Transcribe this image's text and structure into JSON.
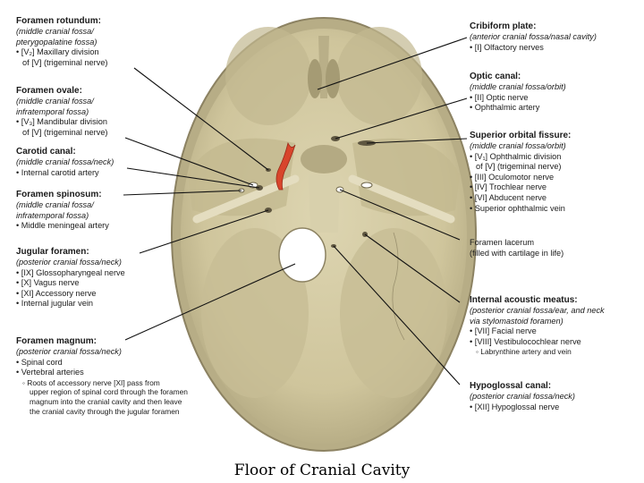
{
  "caption": "Floor of Cranial Cavity",
  "colors": {
    "bone": "#d2c9a2",
    "bone_dark": "#9c9270",
    "artery": "#d8452c",
    "text": "#1a1a1a"
  },
  "labels": {
    "foramen_rotundum": {
      "title": "Foramen rotundum:",
      "loc": [
        "(middle cranial fossa/",
        "pterygopalatine fossa)"
      ],
      "bullets": [
        "[V₂] Maxillary division",
        "of [V] (trigeminal nerve)"
      ]
    },
    "foramen_ovale": {
      "title": "Foramen ovale:",
      "loc": [
        "(middle cranial fossa/",
        "infratemporal fossa)"
      ],
      "bullets": [
        "[V₃] Mandibular division",
        "of [V] (trigeminal nerve)"
      ]
    },
    "carotid_canal": {
      "title": "Carotid canal:",
      "loc": [
        "(middle cranial fossa/neck)"
      ],
      "bullets": [
        "Internal carotid artery"
      ]
    },
    "foramen_spinosum": {
      "title": "Foramen spinosum:",
      "loc": [
        "(middle cranial fossa/",
        "infratemporal fossa)"
      ],
      "bullets": [
        "Middle meningeal artery"
      ]
    },
    "jugular_foramen": {
      "title": "Jugular foramen:",
      "loc": [
        "(posterior cranial fossa/neck)"
      ],
      "bullets": [
        "[IX] Glossopharyngeal nerve",
        "[X] Vagus nerve",
        "[XI] Accessory nerve",
        "Internal jugular vein"
      ]
    },
    "foramen_magnum": {
      "title": "Foramen magnum:",
      "loc": [
        "(posterior cranial fossa/neck)"
      ],
      "bullets": [
        "Spinal cord",
        "Vertebral arteries"
      ],
      "sub": [
        "Roots of accessory nerve [XI] pass from",
        "upper region of spinal cord through the foramen",
        "magnum into the cranial cavity and then leave",
        "the cranial cavity through the jugular foramen"
      ]
    },
    "cribiform_plate": {
      "title": "Cribiform plate:",
      "loc": [
        "(anterior cranial fossa/nasal cavity)"
      ],
      "bullets": [
        "[I] Olfactory nerves"
      ]
    },
    "optic_canal": {
      "title": "Optic canal:",
      "loc": [
        "(middle cranial fossa/orbit)"
      ],
      "bullets": [
        "[II] Optic nerve",
        "Ophthalmic artery"
      ]
    },
    "superior_orbital_fissure": {
      "title": "Superior orbital fissure:",
      "loc": [
        "(middle cranial fossa/orbit)"
      ],
      "bullets": [
        "[V₁] Ophthalmic division",
        "of [V] (trigeminal nerve)",
        "[III] Oculomotor nerve",
        "[IV] Trochlear nerve",
        "[VI] Abducent nerve",
        "Superior ophthalmic vein"
      ]
    },
    "foramen_lacerum": {
      "lines": [
        "Foramen lacerum",
        "(filled with cartilage in life)"
      ]
    },
    "internal_acoustic_meatus": {
      "title": "Internal acoustic meatus:",
      "loc": [
        "(posterior cranial fossa/ear, and neck",
        "via stylomastoid foramen)"
      ],
      "bullets": [
        "[VII] Facial nerve",
        "[VIII] Vestibulocochlear nerve"
      ],
      "sub": [
        "Labrynthine artery and vein"
      ]
    },
    "hypoglossal_canal": {
      "title": "Hypoglossal canal:",
      "loc": [
        "(posterior cranial fossa/neck)"
      ],
      "bullets": [
        "[XII] Hypoglossal nerve"
      ]
    }
  }
}
